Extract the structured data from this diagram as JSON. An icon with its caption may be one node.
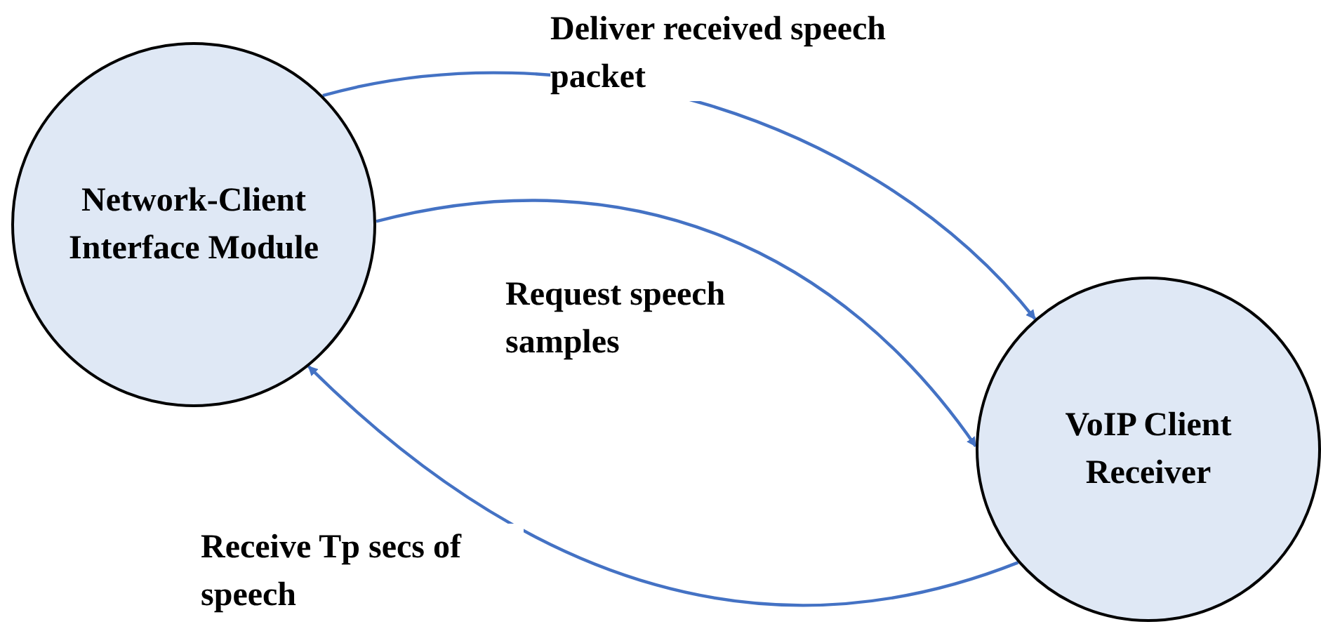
{
  "diagram": {
    "nodes": [
      {
        "text": [
          "Network-Client Interface Module"
        ]
      },
      {
        "text": [
          "VoIP Client Receiver"
        ]
      }
    ],
    "edges": [
      {
        "from": 0,
        "to": 1,
        "arrow": "to",
        "label": "Deliver received speech packet"
      },
      {
        "from": 0,
        "to": 1,
        "arrow": "to",
        "label": "Request speech samples"
      },
      {
        "from": 1,
        "to": 0,
        "arrow": "to",
        "label": "Receive Tp secs of speech"
      }
    ]
  }
}
